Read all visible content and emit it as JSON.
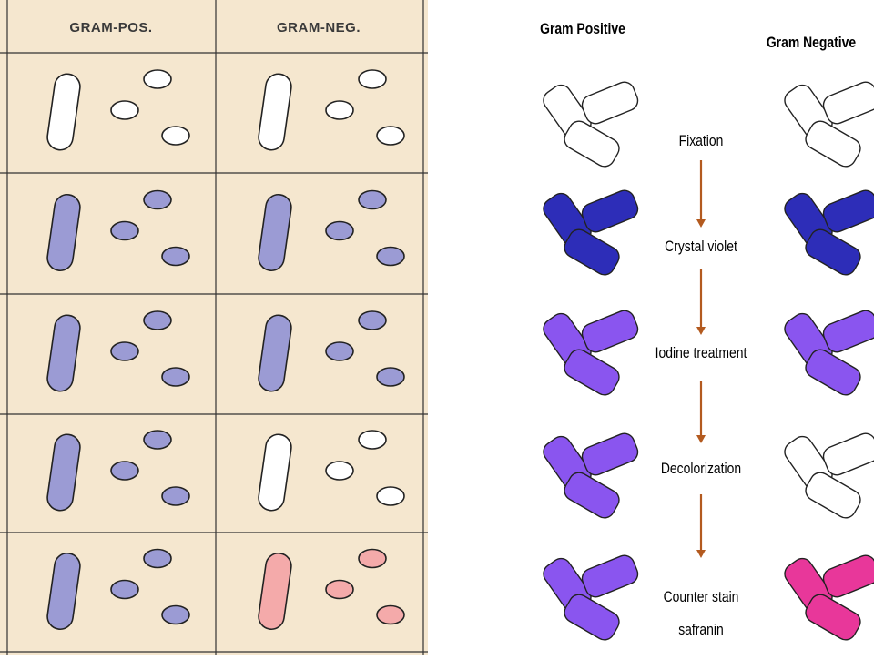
{
  "table": {
    "headers": [
      "GRAM-POS.",
      "GRAM-NEG."
    ],
    "background": "#f5e7cf",
    "rows": [
      {
        "pos": "#ffffff",
        "neg": "#ffffff"
      },
      {
        "pos": "#9b9bd4",
        "neg": "#9b9bd4"
      },
      {
        "pos": "#9b9bd4",
        "neg": "#9b9bd4"
      },
      {
        "pos": "#9b9bd4",
        "neg": "#ffffff"
      },
      {
        "pos": "#9b9bd4",
        "neg": "#f4aaaa"
      }
    ]
  },
  "flow": {
    "positive_title": "Gram Positive",
    "negative_title": "Gram Negative",
    "arrow_color": "#b35a1f",
    "steps": [
      {
        "label": "Fixation",
        "pos": "#ffffff",
        "neg": "#ffffff"
      },
      {
        "label": "Crystal violet",
        "pos": "#2d2db8",
        "neg": "#2d2db8"
      },
      {
        "label": "Iodine treatment",
        "pos": "#8a55ef",
        "neg": "#8a55ef"
      },
      {
        "label": "Decolorization",
        "pos": "#8a55ef",
        "neg": "#ffffff"
      },
      {
        "label": "Counter stain safranin",
        "line1": "Counter stain",
        "line2": "safranin",
        "pos": "#8a55ef",
        "neg": "#e8379a"
      }
    ]
  }
}
